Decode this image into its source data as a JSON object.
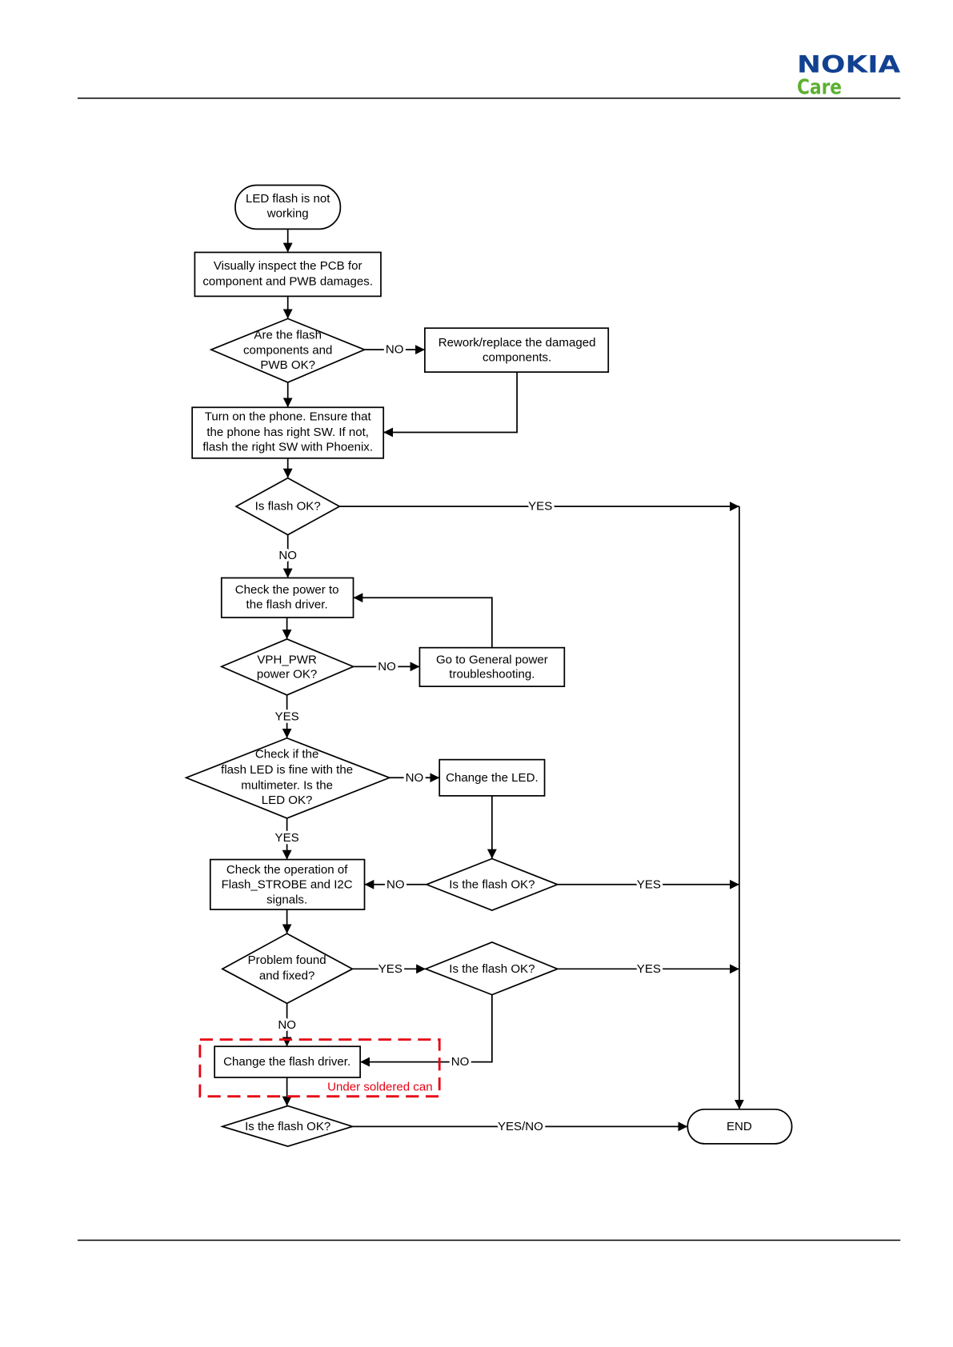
{
  "header": {
    "brand": "NOKIA",
    "sub_brand": "Care"
  },
  "flowchart": {
    "start": {
      "lines": [
        "LED flash is not",
        "working"
      ]
    },
    "inspect": {
      "lines": [
        "Visually inspect the PCB for",
        "component and PWB damages."
      ]
    },
    "q_pwb": {
      "lines": [
        "Are the flash",
        "components and",
        "PWB OK?"
      ]
    },
    "rework": {
      "lines": [
        "Rework/replace the damaged",
        "components."
      ]
    },
    "turn_on": {
      "lines": [
        "Turn on the phone. Ensure that",
        "the phone has right SW. If not,",
        "flash the right SW with Phoenix."
      ]
    },
    "q_flash1": {
      "lines": [
        "Is flash OK?"
      ]
    },
    "check_power": {
      "lines": [
        "Check the power to",
        "the flash driver."
      ]
    },
    "q_vph": {
      "lines": [
        "VPH_PWR",
        "power OK?"
      ]
    },
    "general_power": {
      "lines": [
        "Go to General power",
        "troubleshooting."
      ]
    },
    "q_led": {
      "lines": [
        "Check if the",
        "flash LED is fine with the",
        "multimeter. Is the",
        "LED OK?"
      ]
    },
    "change_led": {
      "lines": [
        "Change the LED."
      ]
    },
    "q_flash2": {
      "lines": [
        "Is the flash OK?"
      ]
    },
    "check_signals": {
      "lines": [
        "Check the operation of",
        "Flash_STROBE and I2C",
        "signals."
      ]
    },
    "q_problem": {
      "lines": [
        "Problem found",
        "and fixed?"
      ]
    },
    "q_flash3": {
      "lines": [
        "Is the flash OK?"
      ]
    },
    "change_driver": {
      "lines": [
        "Change the flash driver."
      ]
    },
    "driver_note": "Under soldered can",
    "q_flash4": {
      "lines": [
        "Is the flash OK?"
      ]
    },
    "end": {
      "lines": [
        "END"
      ]
    }
  },
  "edge_labels": {
    "pwb_no": "NO",
    "flash1_yes": "YES",
    "flash1_no": "NO",
    "vph_no": "NO",
    "vph_yes": "YES",
    "led_no": "NO",
    "led_yes": "YES",
    "flash2_yes": "YES",
    "flash2_no": "NO",
    "problem_yes": "YES",
    "problem_no": "NO",
    "flash3_yes": "YES",
    "flash3_no": "NO",
    "flash4_yesno": "YES/NO"
  },
  "colors": {
    "brand_blue": "#124191",
    "brand_green": "#5cb030",
    "highlight_red": "#e60012",
    "line": "#000000"
  }
}
